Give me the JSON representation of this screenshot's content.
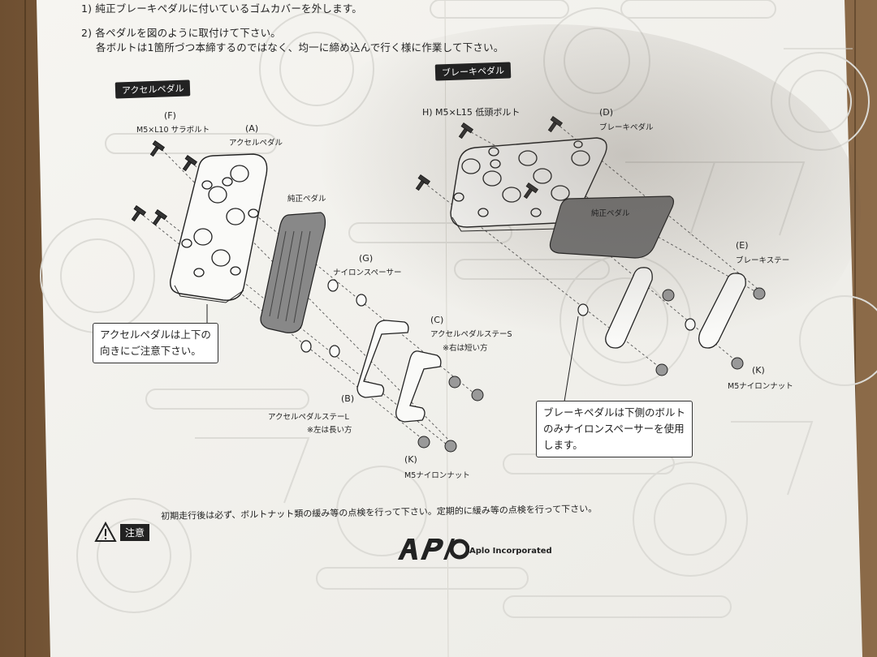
{
  "instructions": {
    "step1": "1) 純正ブレーキペダルに付いているゴムカバーを外します。",
    "step2": "2) 各ペダルを図のように取付けて下さい。",
    "step2_sub": "各ボルトは1箇所づつ本締するのではなく、均一に締め込んで行く様に作業して下さい。"
  },
  "sections": {
    "accel_title": "アクセルペダル",
    "brake_title": "ブレーキペダル"
  },
  "parts": {
    "F_code": "(F)",
    "F_name": "M5×L10 サラボルト",
    "A_code": "(A)",
    "A_name": "アクセルペダル",
    "H_label": "H) M5×L15  低頭ボルト",
    "D_code": "(D)",
    "D_name": "ブレーキペダル",
    "genuine_accel": "純正ペダル",
    "genuine_brake": "純正ペダル",
    "G_code": "(G)",
    "G_name": "ナイロンスペーサー",
    "C_code": "(C)",
    "C_name": "アクセルペダルステーS",
    "C_note": "※右は短い方",
    "B_code": "(B)",
    "B_name": "アクセルペダルステーL",
    "B_note": "※左は長い方",
    "K_code_left": "(K)",
    "K_name_left": "M5ナイロンナット",
    "E_code": "(E)",
    "E_name": "ブレーキステー",
    "K_code_right": "(K)",
    "K_name_right": "M5ナイロンナット"
  },
  "callouts": {
    "accel_line1": "アクセルペダルは上下の",
    "accel_line2": "向きにご注意下さい。",
    "brake_line1": "ブレーキペダルは下側のボルト",
    "brake_line2": "のみナイロンスペーサーを使用",
    "brake_line3": "します。"
  },
  "warning": {
    "badge": "注意",
    "text": "初期走行後は必ず、ボルトナット類の緩み等の点検を行って下さい。定期的に緩み等の点検を行って下さい。"
  },
  "footer": {
    "logo_text": "APIO",
    "company": "Aplo Incorporated"
  },
  "colors": {
    "paper": "#f4f3ef",
    "ink": "#222222",
    "wood": "#7a5a3a"
  }
}
